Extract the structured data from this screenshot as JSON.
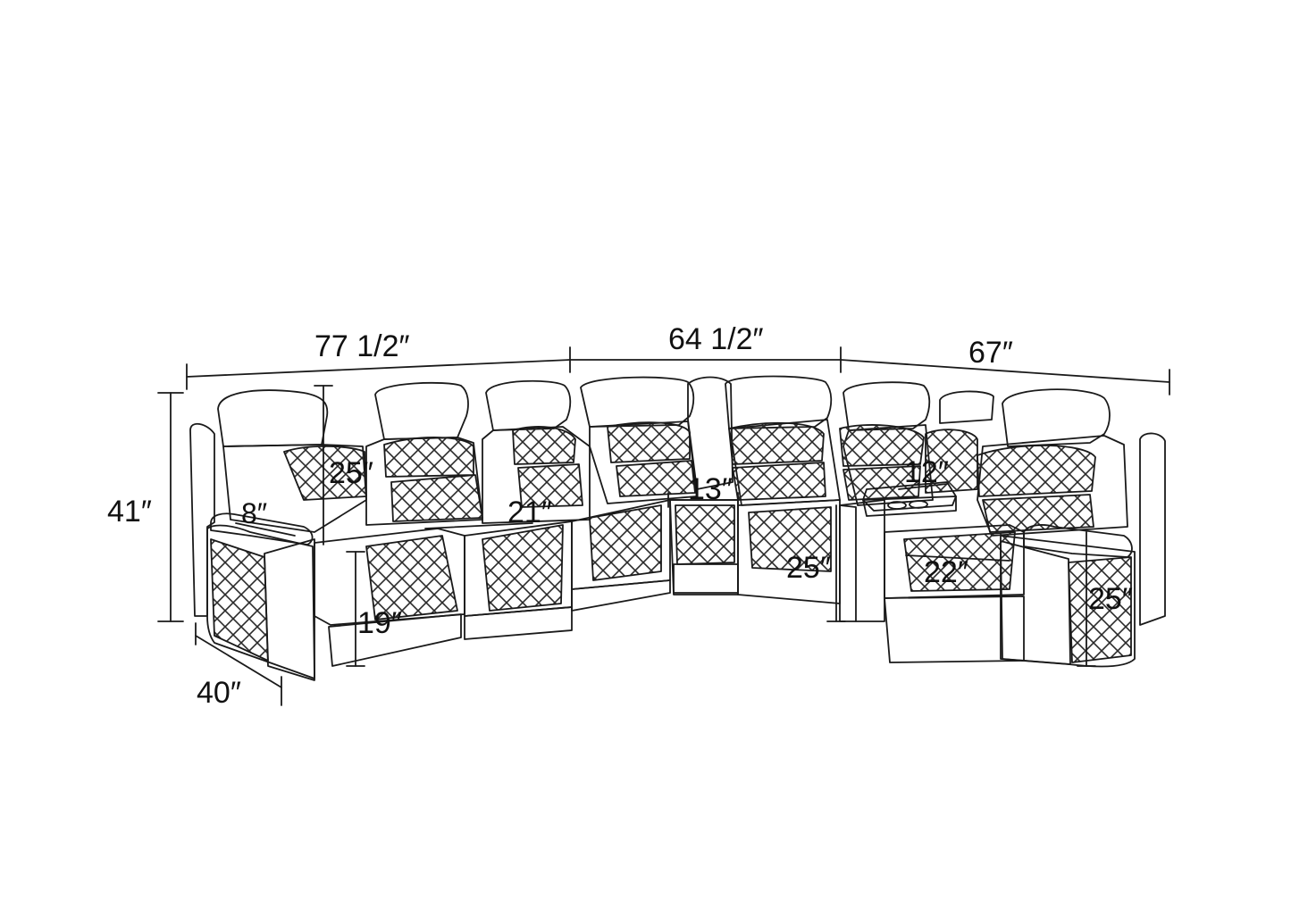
{
  "colors": {
    "line": "#1a1a1a",
    "quilt": "#2a2a2a",
    "background": "#ffffff"
  },
  "dimensions": {
    "overall_left_width": "77 1/2″",
    "overall_middle_width": "64 1/2″",
    "overall_right_width": "67″",
    "overall_height": "41″",
    "overall_depth": "40″",
    "arm_width": "8″",
    "back_height": "25″",
    "seat_height": "19″",
    "seat_width": "21″",
    "corner_wedge_width": "13″",
    "console_width": "12″",
    "console_height": "25″",
    "recliner_seat_width": "22″",
    "recliner_arm_height": "25″"
  }
}
